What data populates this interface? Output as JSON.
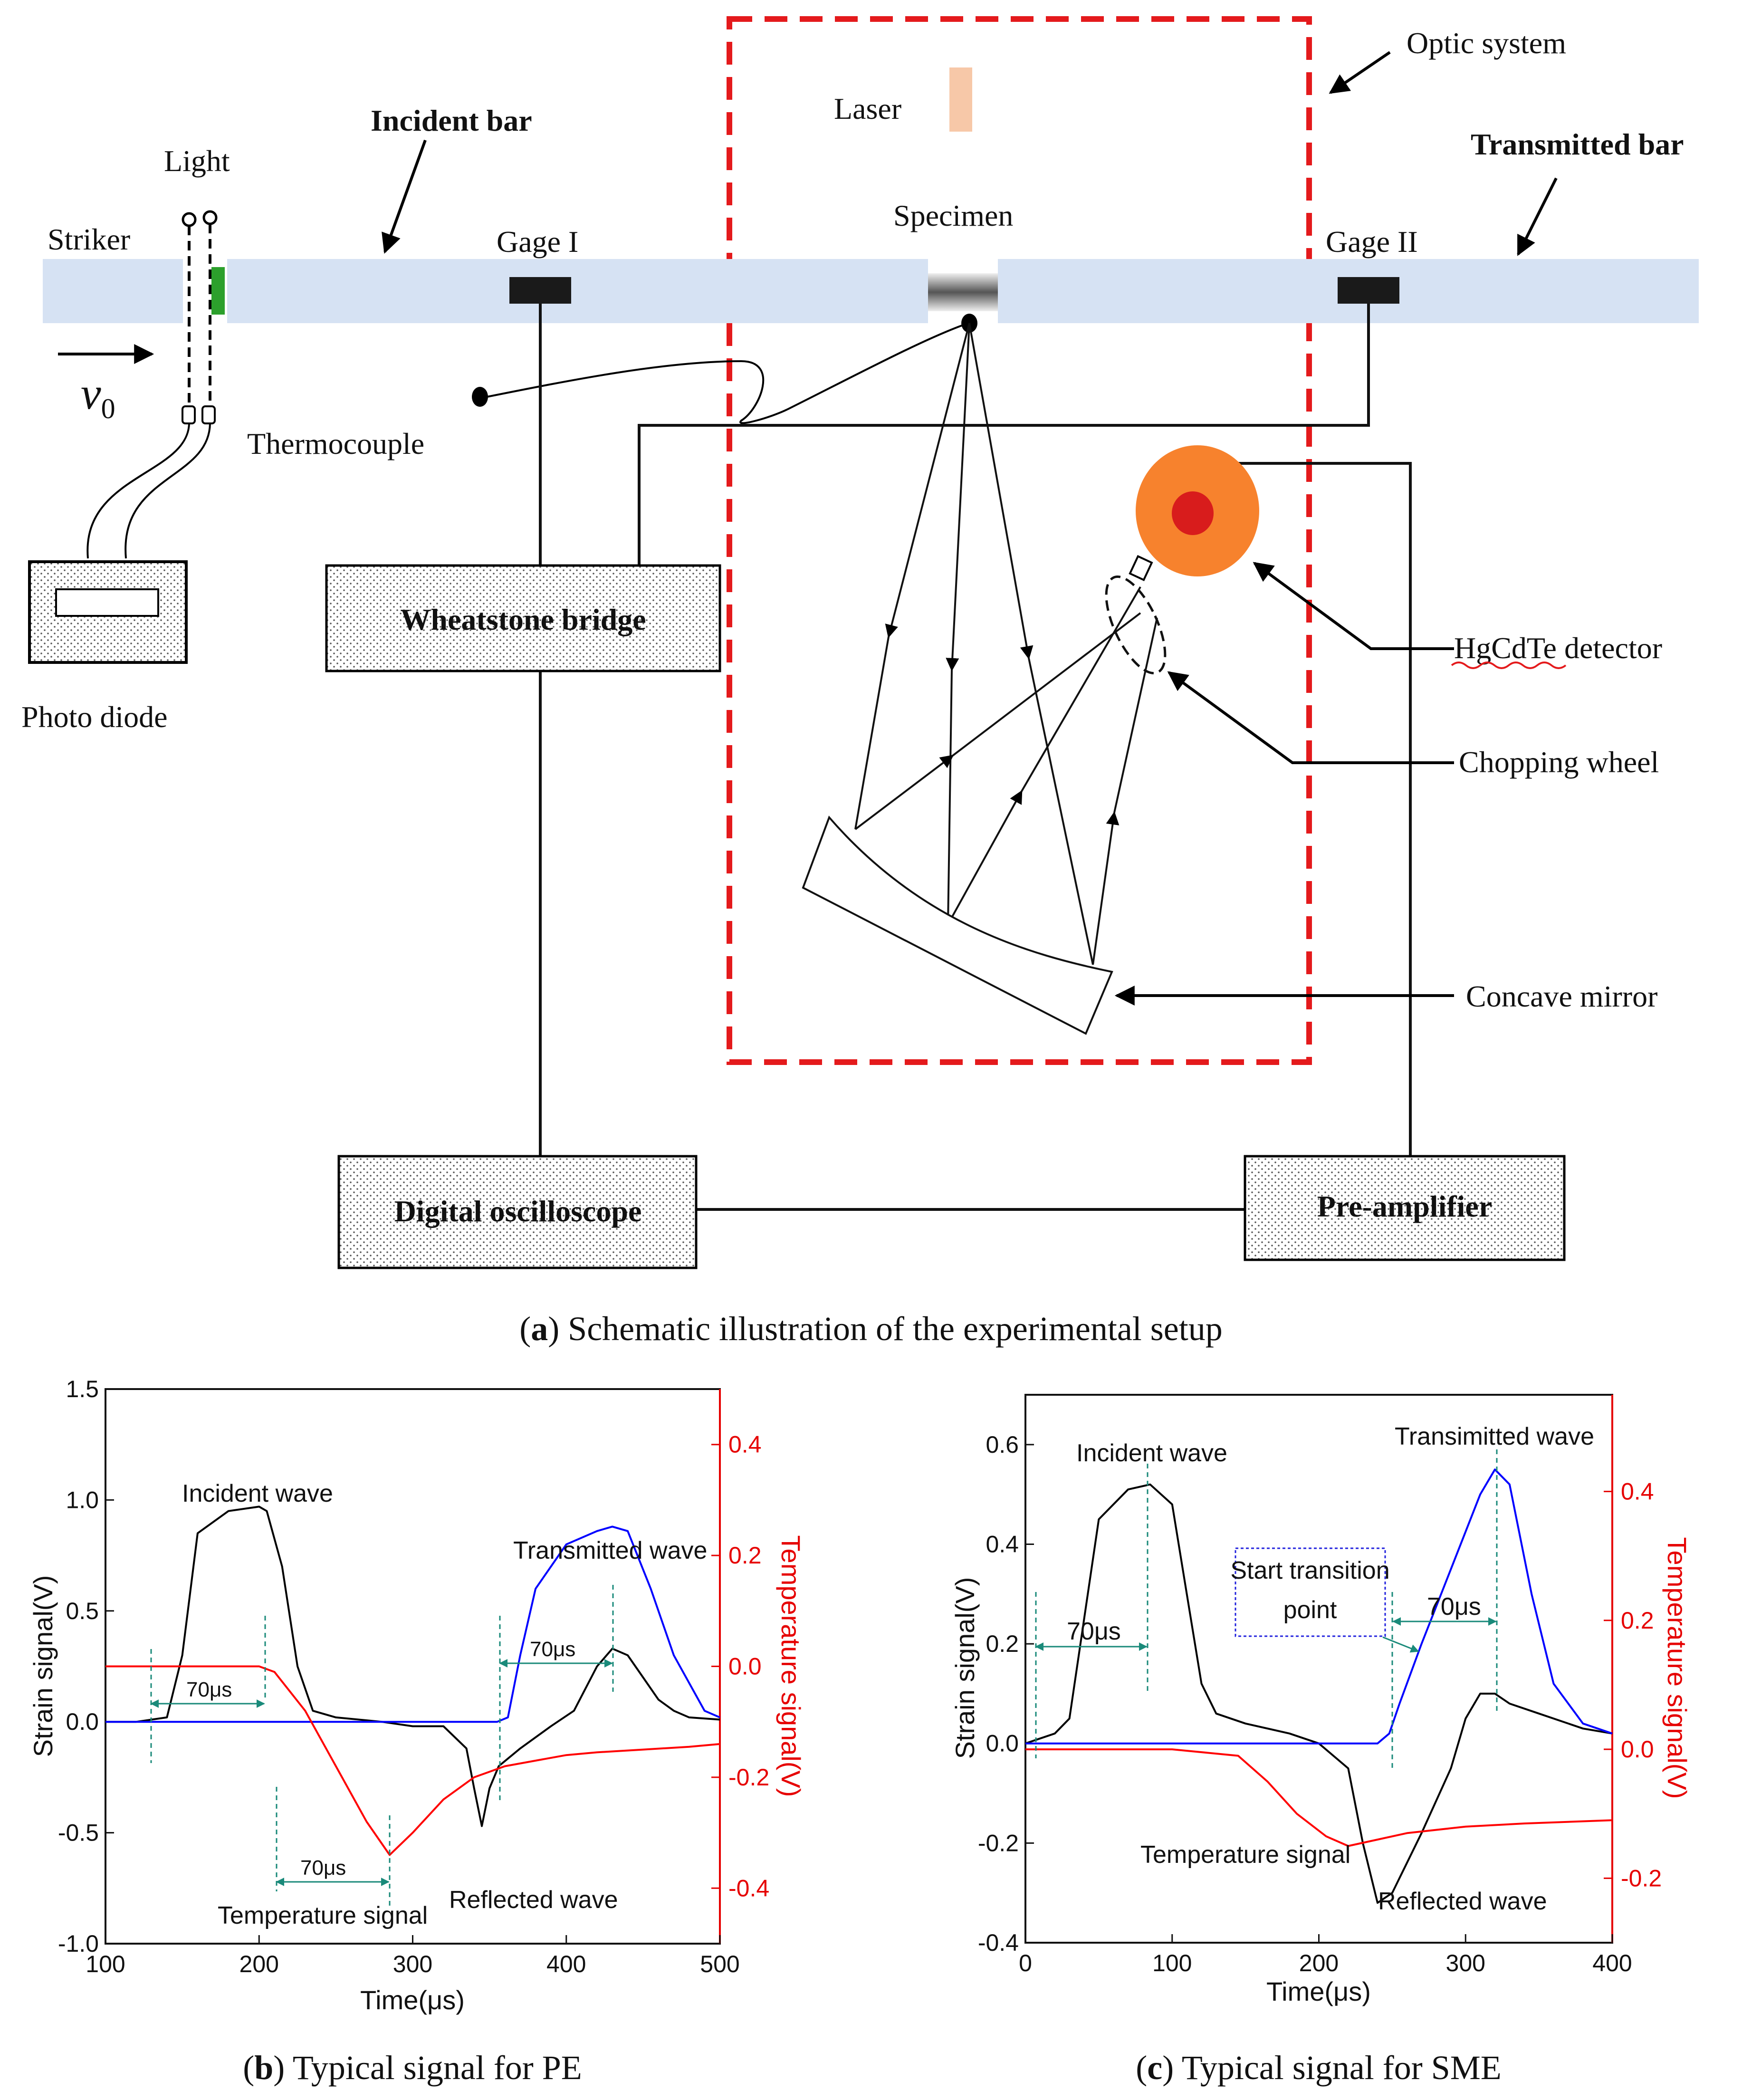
{
  "panel_a": {
    "labels": {
      "optic_system": "Optic system",
      "laser": "Laser",
      "incident_bar": "Incident bar",
      "transmitted_bar": "Transmitted bar",
      "light": "Light",
      "striker": "Striker",
      "gage1": "Gage I",
      "gage2": "Gage II",
      "specimen": "Specimen",
      "v0": "v",
      "v0_sub": "0",
      "thermocouple": "Thermocouple",
      "photo_diode": "Photo diode",
      "wheatstone": "Wheatstone bridge",
      "hgcdte": "HgCdTe detector",
      "chopping": "Chopping wheel",
      "concave": "Concave mirror",
      "oscilloscope": "Digital oscilloscope",
      "preamp": "Pre-amplifier"
    },
    "caption_letter": "a",
    "caption_text": " Schematic illustration of the experimental setup",
    "colors": {
      "bar": "#d6e2f3",
      "optic_frame": "#e41a1c",
      "laser": "#f7c8a8",
      "detector_outer": "#f7822d",
      "detector_inner": "#d81c1c",
      "green": "#2ca02c"
    }
  },
  "panel_b": {
    "caption_letter": "b",
    "caption_text": " Typical signal for PE",
    "ann": {
      "incident": "Incident wave",
      "transmitted": "Transmitted wave",
      "temperature": "Temperature signal",
      "reflected": "Reflected wave",
      "d1": "70μs",
      "d2": "70μs",
      "d3": "70μs"
    },
    "chart_data": {
      "type": "line",
      "xlabel": "Time(μs)",
      "ylabel": "Strain signal(V)",
      "y2label": "Temperature signal(V)",
      "xlim": [
        100,
        500
      ],
      "ylim": [
        -1.0,
        1.5
      ],
      "y2lim": [
        -0.5,
        0.5
      ],
      "xticks": [
        "100",
        "200",
        "300",
        "400",
        "500"
      ],
      "yticks": [
        "-1.0",
        "-0.5",
        "0.0",
        "0.5",
        "1.0",
        "1.5"
      ],
      "y2ticks": [
        "-0.4",
        "-0.2",
        "0.0",
        "0.2",
        "0.4"
      ],
      "series": [
        {
          "color": "#000000",
          "axis": "left",
          "x": [
            100,
            120,
            140,
            150,
            160,
            180,
            200,
            205,
            215,
            225,
            235,
            250,
            280,
            300,
            320,
            335,
            340,
            345,
            350,
            356,
            370,
            390,
            405,
            420,
            430,
            440,
            450,
            460,
            470,
            480,
            500
          ],
          "y": [
            0,
            0,
            0.02,
            0.3,
            0.85,
            0.95,
            0.97,
            0.95,
            0.7,
            0.25,
            0.05,
            0.02,
            0,
            -0.02,
            -0.02,
            -0.12,
            -0.3,
            -0.47,
            -0.3,
            -0.2,
            -0.12,
            -0.02,
            0.05,
            0.25,
            0.33,
            0.3,
            0.2,
            0.1,
            0.05,
            0.02,
            0.01
          ]
        },
        {
          "color": "#0000ff",
          "axis": "left",
          "x": [
            100,
            200,
            300,
            355,
            362,
            370,
            380,
            400,
            420,
            430,
            440,
            455,
            470,
            490,
            500
          ],
          "y": [
            0,
            0,
            0,
            0,
            0.02,
            0.3,
            0.6,
            0.8,
            0.86,
            0.88,
            0.86,
            0.6,
            0.3,
            0.05,
            0.02
          ]
        },
        {
          "color": "#ff0000",
          "axis": "right",
          "x": [
            100,
            200,
            210,
            230,
            250,
            270,
            285,
            300,
            320,
            340,
            360,
            380,
            400,
            420,
            450,
            480,
            500
          ],
          "y": [
            0,
            0,
            -0.01,
            -0.08,
            -0.18,
            -0.28,
            -0.34,
            -0.3,
            -0.24,
            -0.2,
            -0.18,
            -0.17,
            -0.16,
            -0.155,
            -0.15,
            -0.145,
            -0.14
          ]
        }
      ]
    }
  },
  "panel_c": {
    "caption_letter": "c",
    "caption_text": " Typical signal for SME",
    "ann": {
      "incident": "Incident wave",
      "transmitted": "Transimitted wave",
      "temperature": "Temperature signal",
      "reflected": "Reflected wave",
      "start1": "Start transition",
      "start2": "point",
      "d1": "70μs",
      "d2": "70μs"
    },
    "chart_data": {
      "type": "line",
      "xlabel": "Time(μs)",
      "ylabel": "Strain signal(V)",
      "y2label": "Temperature signal(V)",
      "xlim": [
        0,
        400
      ],
      "ylim": [
        -0.4,
        0.7
      ],
      "y2lim": [
        -0.3,
        0.55
      ],
      "xticks": [
        "0",
        "100",
        "200",
        "300",
        "400"
      ],
      "yticks": [
        "-0.4",
        "-0.2",
        "0.0",
        "0.2",
        "0.4",
        "0.6"
      ],
      "y2ticks": [
        "-0.2",
        "0.0",
        "0.2",
        "0.4"
      ],
      "series": [
        {
          "color": "#000000",
          "axis": "left",
          "x": [
            0,
            20,
            30,
            40,
            50,
            70,
            85,
            100,
            110,
            120,
            130,
            150,
            180,
            200,
            220,
            230,
            240,
            250,
            270,
            290,
            300,
            310,
            320,
            330,
            350,
            380,
            400
          ],
          "y": [
            0,
            0.02,
            0.05,
            0.25,
            0.45,
            0.51,
            0.52,
            0.48,
            0.3,
            0.12,
            0.06,
            0.04,
            0.02,
            0,
            -0.05,
            -0.2,
            -0.32,
            -0.3,
            -0.18,
            -0.05,
            0.05,
            0.1,
            0.1,
            0.08,
            0.06,
            0.03,
            0.02
          ]
        },
        {
          "color": "#0000ff",
          "axis": "left",
          "x": [
            0,
            100,
            200,
            240,
            248,
            255,
            270,
            290,
            310,
            320,
            330,
            345,
            360,
            380,
            400
          ],
          "y": [
            0,
            0,
            0,
            0,
            0.02,
            0.08,
            0.2,
            0.35,
            0.5,
            0.55,
            0.52,
            0.3,
            0.12,
            0.04,
            0.02
          ]
        },
        {
          "color": "#ff0000",
          "axis": "right",
          "x": [
            0,
            100,
            145,
            165,
            185,
            205,
            220,
            240,
            260,
            300,
            340,
            400
          ],
          "y": [
            0,
            0,
            -0.01,
            -0.05,
            -0.1,
            -0.135,
            -0.15,
            -0.14,
            -0.13,
            -0.12,
            -0.115,
            -0.11
          ]
        }
      ]
    }
  }
}
